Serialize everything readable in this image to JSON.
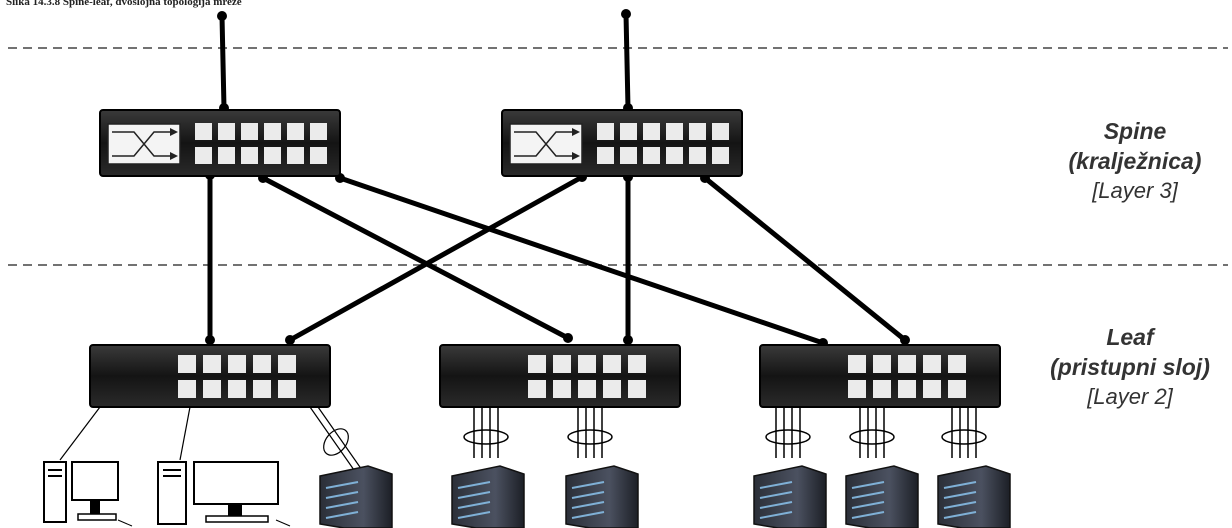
{
  "caption": "Slika 14.3.8 Spine-leaf, dvoslojna topologija mreže",
  "layers": {
    "spine": {
      "name": "Spine",
      "local_name": "(kralježnica)",
      "layer": "[Layer 3]"
    },
    "leaf": {
      "name": "Leaf",
      "local_name": "(pristupni sloj)",
      "layer": "[Layer 2]"
    }
  },
  "colors": {
    "switch_body": "#1a1a1a",
    "port": "#e9e9e9",
    "link": "#000000",
    "separator": "#444444"
  }
}
